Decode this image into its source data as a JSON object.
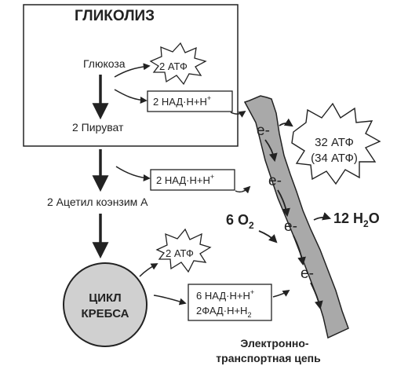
{
  "title": "ГЛИКОЛИЗ",
  "glycolysis": {
    "glucose": "Глюкоза",
    "atp_burst": "2 АТФ",
    "nadh_box": "2 НАД·Н+Н",
    "nadh_box_sup": "+",
    "pyruvate": "2 Пируват"
  },
  "acetyl": {
    "nadh_box": "2 НАД·Н+Н",
    "nadh_box_sup": "+",
    "label": "2 Ацетил коэнзим А"
  },
  "krebs": {
    "circle_line1": "ЦИКЛ",
    "circle_line2": "КРЕБСА",
    "atp_burst": "2 АТФ",
    "box_line1": "6 НАД·Н+Н",
    "box_line1_sup": "+",
    "box_line2_prefix": "2ФАД·Н+Н",
    "box_line2_sub": "2"
  },
  "etc": {
    "electron": "e-",
    "atp_line1": "32 АТФ",
    "atp_line2": "(34 АТФ)",
    "oxygen_prefix": "6 O",
    "oxygen_sub": "2",
    "water_prefix": "12 H",
    "water_sub": "2",
    "water_suffix": "O",
    "caption_line1": "Электронно-",
    "caption_line2": "транспортная цепь"
  },
  "colors": {
    "line": "#222222",
    "strip_fill": "#a9a9a9",
    "circle_fill": "#d0d0d0",
    "background": "#ffffff"
  }
}
